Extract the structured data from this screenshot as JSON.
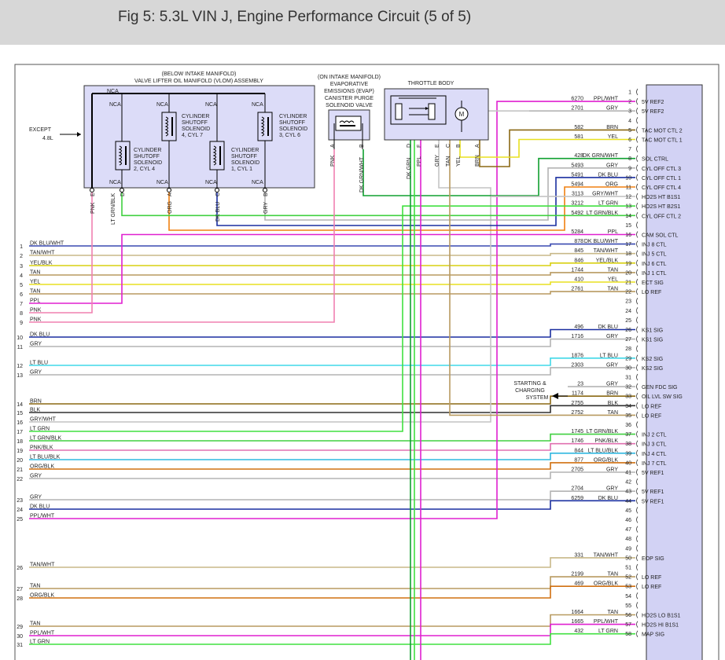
{
  "title": "Fig 5: 5.3L VIN J, Engine Performance Circuit (5 of 5)",
  "vlom": {
    "title_line1": "(BELOW INTAKE MANIFOLD)",
    "title_line2": "VALVE LIFTER OIL MANIFOLD (VLOM) ASSEMBLY",
    "nca": "NCA",
    "except_line1": "EXCEPT",
    "except_line2": "4.8L",
    "solenoids": [
      {
        "l1": "CYLINDER",
        "l2": "SHUTOFF",
        "l3": "SOLENOID",
        "l4": "2, CYL 4"
      },
      {
        "l1": "CYLINDER",
        "l2": "SHUTOFF",
        "l3": "SOLENOID",
        "l4": "4, CYL 7"
      },
      {
        "l1": "CYLINDER",
        "l2": "SHUTOFF",
        "l3": "SOLENOID",
        "l4": "1, CYL 1"
      },
      {
        "l1": "CYLINDER",
        "l2": "SHUTOFF",
        "l3": "SOLENOID",
        "l4": "3, CYL 6"
      }
    ],
    "pins": [
      {
        "color": "PNK",
        "pin": "E"
      },
      {
        "color": "LT GRN/BLK",
        "pin": "D"
      },
      {
        "color": "ORG",
        "pin": "A"
      },
      {
        "color": "DK BLU",
        "pin": "C"
      },
      {
        "color": "GRY",
        "pin": "B"
      }
    ]
  },
  "evap": {
    "l1": "(ON INTAKE MANIFOLD)",
    "l2": "EVAPORATIVE",
    "l3": "EMISSIONS (EVAP)",
    "l4": "CANISTER PURGE",
    "l5": "SOLENOID VALVE",
    "pins": [
      {
        "color": "PNK",
        "pin": "A"
      },
      {
        "color": "DK GRN/WHT",
        "pin": "B"
      }
    ]
  },
  "throttle": {
    "title": "THROTTLE BODY",
    "motor": "M",
    "pins": [
      {
        "color": "DK GRN",
        "pin": "D"
      },
      {
        "color": "PPL",
        "pin": "F"
      },
      {
        "color": "GRY",
        "pin": "E"
      },
      {
        "color": "TAN",
        "pin": "C"
      },
      {
        "color": "YEL",
        "pin": "B"
      },
      {
        "color": "BRN",
        "pin": "A"
      }
    ]
  },
  "starting_charging": {
    "l1": "STARTING &",
    "l2": "CHARGING",
    "l3": "SYSTEM"
  },
  "left_wires": [
    {
      "num": "1",
      "label": "DK BLU/WHT"
    },
    {
      "num": "2",
      "label": "TAN/WHT"
    },
    {
      "num": "3",
      "label": "YEL/BLK"
    },
    {
      "num": "4",
      "label": "TAN"
    },
    {
      "num": "5",
      "label": "YEL"
    },
    {
      "num": "6",
      "label": "TAN"
    },
    {
      "num": "7",
      "label": "PPL"
    },
    {
      "num": "8",
      "label": "PNK"
    },
    {
      "num": "9",
      "label": "PNK"
    },
    {
      "num": "10",
      "label": "DK BLU"
    },
    {
      "num": "11",
      "label": "GRY"
    },
    {
      "num": "12",
      "label": "LT BLU"
    },
    {
      "num": "13",
      "label": "GRY"
    },
    {
      "num": "14",
      "label": "BRN"
    },
    {
      "num": "15",
      "label": "BLK"
    },
    {
      "num": "16",
      "label": "GRY/WHT"
    },
    {
      "num": "17",
      "label": "LT GRN"
    },
    {
      "num": "18",
      "label": "LT GRN/BLK"
    },
    {
      "num": "19",
      "label": "PNK/BLK"
    },
    {
      "num": "20",
      "label": "LT BLU/BLK"
    },
    {
      "num": "21",
      "label": "ORG/BLK"
    },
    {
      "num": "22",
      "label": "GRY"
    },
    {
      "num": "23",
      "label": "GRY"
    },
    {
      "num": "24",
      "label": "DK BLU"
    },
    {
      "num": "25",
      "label": "PPL/WHT"
    },
    {
      "num": "26",
      "label": "TAN/WHT"
    },
    {
      "num": "27",
      "label": "TAN"
    },
    {
      "num": "28",
      "label": "ORG/BLK"
    },
    {
      "num": "29",
      "label": "TAN"
    },
    {
      "num": "30",
      "label": "PPL/WHT"
    },
    {
      "num": "31",
      "label": "LT GRN"
    }
  ],
  "pins": [
    {
      "pin": "1",
      "circuit": "",
      "color": "",
      "func": ""
    },
    {
      "pin": "2",
      "circuit": "6270",
      "color": "PPL/WHT",
      "func": "5V REF2"
    },
    {
      "pin": "3",
      "circuit": "2701",
      "color": "GRY",
      "func": "5V REF2"
    },
    {
      "pin": "4",
      "circuit": "",
      "color": "",
      "func": ""
    },
    {
      "pin": "5",
      "circuit": "582",
      "color": "BRN",
      "func": "TAC MOT CTL 2"
    },
    {
      "pin": "6",
      "circuit": "581",
      "color": "YEL",
      "func": "TAC MOT CTL 1"
    },
    {
      "pin": "7",
      "circuit": "",
      "color": "",
      "func": ""
    },
    {
      "pin": "8",
      "circuit": "428",
      "color": "DK GRN/WHT",
      "func": "SOL CTRL"
    },
    {
      "pin": "9",
      "circuit": "5493",
      "color": "GRY",
      "func": "CYL OFF CTL 3"
    },
    {
      "pin": "10",
      "circuit": "5491",
      "color": "DK BLU",
      "func": "CYL OFF CTL 1"
    },
    {
      "pin": "11",
      "circuit": "5494",
      "color": "ORG",
      "func": "CYL OFF CTL 4"
    },
    {
      "pin": "12",
      "circuit": "3113",
      "color": "GRY/WHT",
      "func": "HO2S HT B1S1"
    },
    {
      "pin": "13",
      "circuit": "3212",
      "color": "LT GRN",
      "func": "HO2S HT B2S1"
    },
    {
      "pin": "14",
      "circuit": "5492",
      "color": "LT GRN/BLK",
      "func": "CYL OFF CTL 2"
    },
    {
      "pin": "15",
      "circuit": "",
      "color": "",
      "func": ""
    },
    {
      "pin": "16",
      "circuit": "5284",
      "color": "PPL",
      "func": "CAM SOL CTL"
    },
    {
      "pin": "17",
      "circuit": "878",
      "color": "DK BLU/WHT",
      "func": "INJ 8 CTL"
    },
    {
      "pin": "18",
      "circuit": "845",
      "color": "TAN/WHT",
      "func": "INJ 5 CTL"
    },
    {
      "pin": "19",
      "circuit": "846",
      "color": "YEL/BLK",
      "func": "INJ 6 CTL"
    },
    {
      "pin": "20",
      "circuit": "1744",
      "color": "TAN",
      "func": "INJ 1 CTL"
    },
    {
      "pin": "21",
      "circuit": "410",
      "color": "YEL",
      "func": "ECT SIG"
    },
    {
      "pin": "22",
      "circuit": "2761",
      "color": "TAN",
      "func": "LO REF"
    },
    {
      "pin": "23",
      "circuit": "",
      "color": "",
      "func": ""
    },
    {
      "pin": "24",
      "circuit": "",
      "color": "",
      "func": ""
    },
    {
      "pin": "25",
      "circuit": "",
      "color": "",
      "func": ""
    },
    {
      "pin": "26",
      "circuit": "496",
      "color": "DK BLU",
      "func": "KS1 SIG"
    },
    {
      "pin": "27",
      "circuit": "1716",
      "color": "GRY",
      "func": "KS1 SIG"
    },
    {
      "pin": "28",
      "circuit": "",
      "color": "",
      "func": ""
    },
    {
      "pin": "29",
      "circuit": "1876",
      "color": "LT BLU",
      "func": "KS2 SIG"
    },
    {
      "pin": "30",
      "circuit": "2303",
      "color": "GRY",
      "func": "KS2 SIG"
    },
    {
      "pin": "31",
      "circuit": "",
      "color": "",
      "func": ""
    },
    {
      "pin": "32",
      "circuit": "23",
      "color": "GRY",
      "func": "GEN FDC SIG"
    },
    {
      "pin": "33",
      "circuit": "1174",
      "color": "BRN",
      "func": "OIL LVL SW SIG"
    },
    {
      "pin": "34",
      "circuit": "2755",
      "color": "BLK",
      "func": "LO REF"
    },
    {
      "pin": "35",
      "circuit": "2752",
      "color": "TAN",
      "func": "LO REF"
    },
    {
      "pin": "36",
      "circuit": "",
      "color": "",
      "func": ""
    },
    {
      "pin": "37",
      "circuit": "1745",
      "color": "LT GRN/BLK",
      "func": "INJ 2 CTL"
    },
    {
      "pin": "38",
      "circuit": "1746",
      "color": "PNK/BLK",
      "func": "INJ 3 CTL"
    },
    {
      "pin": "39",
      "circuit": "844",
      "color": "LT BLU/BLK",
      "func": "INJ 4 CTL"
    },
    {
      "pin": "40",
      "circuit": "877",
      "color": "ORG/BLK",
      "func": "INJ 7 CTL"
    },
    {
      "pin": "41",
      "circuit": "2705",
      "color": "GRY",
      "func": "5V REF1"
    },
    {
      "pin": "42",
      "circuit": "",
      "color": "",
      "func": ""
    },
    {
      "pin": "43",
      "circuit": "2704",
      "color": "GRY",
      "func": "5V REF1"
    },
    {
      "pin": "44",
      "circuit": "6259",
      "color": "DK BLU",
      "func": "5V REF1"
    },
    {
      "pin": "45",
      "circuit": "",
      "color": "",
      "func": ""
    },
    {
      "pin": "46",
      "circuit": "",
      "color": "",
      "func": ""
    },
    {
      "pin": "47",
      "circuit": "",
      "color": "",
      "func": ""
    },
    {
      "pin": "48",
      "circuit": "",
      "color": "",
      "func": ""
    },
    {
      "pin": "49",
      "circuit": "",
      "color": "",
      "func": ""
    },
    {
      "pin": "50",
      "circuit": "331",
      "color": "TAN/WHT",
      "func": "EOP SIG"
    },
    {
      "pin": "51",
      "circuit": "",
      "color": "",
      "func": ""
    },
    {
      "pin": "52",
      "circuit": "2199",
      "color": "TAN",
      "func": "LO REF"
    },
    {
      "pin": "53",
      "circuit": "469",
      "color": "ORG/BLK",
      "func": "LO REF"
    },
    {
      "pin": "54",
      "circuit": "",
      "color": "",
      "func": ""
    },
    {
      "pin": "55",
      "circuit": "",
      "color": "",
      "func": ""
    },
    {
      "pin": "56",
      "circuit": "1664",
      "color": "TAN",
      "func": "HO2S LO B1S1"
    },
    {
      "pin": "57",
      "circuit": "1665",
      "color": "PPL/WHT",
      "func": "HO2S HI B1S1"
    },
    {
      "pin": "58",
      "circuit": "432",
      "color": "LT GRN",
      "func": "MAP SIG"
    }
  ],
  "colors": {
    "PPL/WHT": "#e020d0",
    "GRY": "#b4b4b4",
    "BRN": "#8b6914",
    "YEL": "#e8e020",
    "DK GRN/WHT": "#10a030",
    "DK BLU": "#1a2fa0",
    "ORG": "#f08010",
    "GRY/WHT": "#c4c4c4",
    "LT GRN": "#40e040",
    "LT GRN/BLK": "#40d040",
    "PPL": "#e020d0",
    "DK BLU/WHT": "#3a4ab0",
    "TAN/WHT": "#c8b888",
    "YEL/BLK": "#d8d010",
    "TAN": "#b89a60",
    "LT BLU": "#40d8e8",
    "BLK": "#303030",
    "PNK/BLK": "#e070b0",
    "LT BLU/BLK": "#30b8e0",
    "ORG/BLK": "#d07010",
    "PNK": "#f080b0",
    "DK GRN": "#10a030",
    "box_fill": "#dcdcf8",
    "pcm_fill": "#d2d2f4"
  }
}
